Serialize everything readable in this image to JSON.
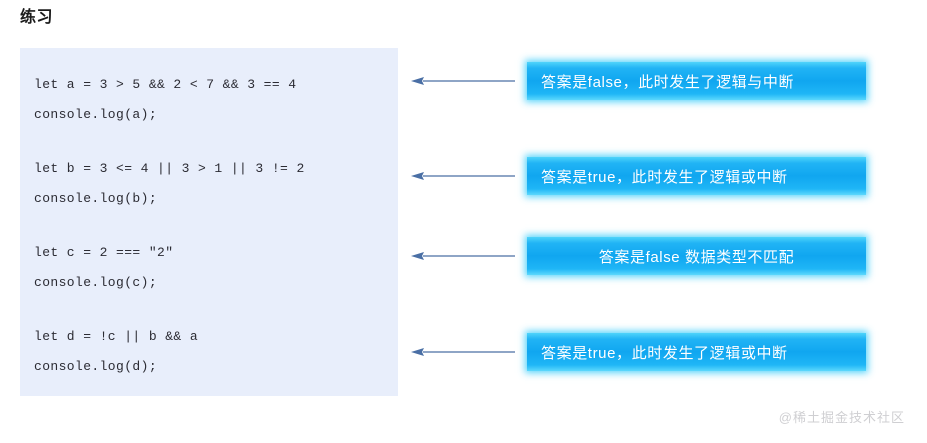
{
  "page": {
    "title": "练习",
    "watermark": "@稀土掘金技术社区",
    "background_color": "#ffffff"
  },
  "code_block": {
    "background_color": "#e8eefb",
    "text_color": "#2b2b33",
    "groups": [
      {
        "lines": [
          "let a = 3 > 5 && 2 < 7 && 3 == 4",
          "console.log(a);"
        ]
      },
      {
        "lines": [
          "let b = 3 <= 4 || 3 > 1 || 3 != 2",
          "console.log(b);"
        ]
      },
      {
        "lines": [
          "let c = 2 === \"2\"",
          "console.log(c);"
        ]
      },
      {
        "lines": [
          "let d = !c || b && a",
          "console.log(d);"
        ]
      }
    ]
  },
  "annotations": {
    "accent_color": "#10a6f0",
    "glow_color": "#3ccdfa",
    "text_color": "#ffffff",
    "items": [
      {
        "text": "答案是false，此时发生了逻辑与中断",
        "align": "left"
      },
      {
        "text": "答案是true，此时发生了逻辑或中断",
        "align": "left"
      },
      {
        "text": "答案是false 数据类型不匹配",
        "align": "center"
      },
      {
        "text": "答案是true，此时发生了逻辑或中断",
        "align": "left"
      }
    ]
  },
  "arrows": {
    "color": "#4a6fa5",
    "direction": "left",
    "count": 4
  }
}
